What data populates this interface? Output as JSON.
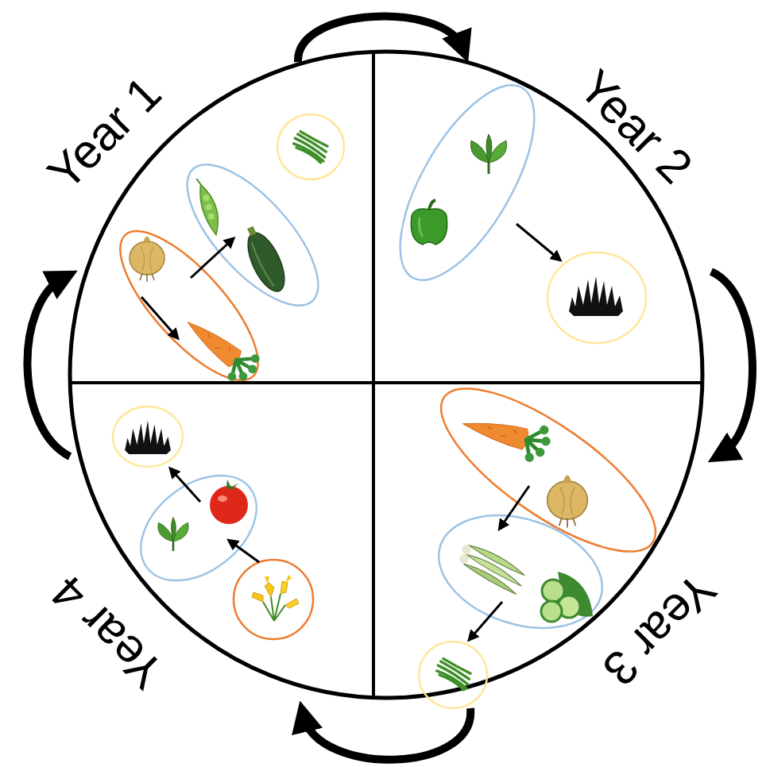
{
  "diagram": {
    "labels": [
      "Year 1",
      "Year 2",
      "Year 3",
      "Year 4"
    ]
  }
}
